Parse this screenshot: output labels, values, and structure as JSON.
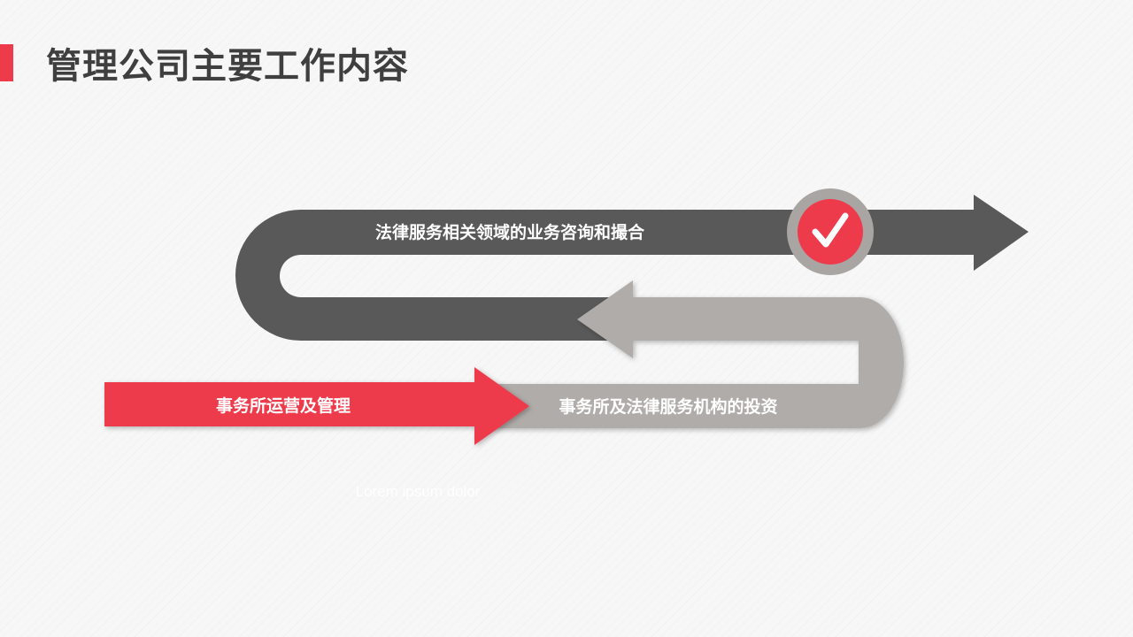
{
  "slide": {
    "title": "管理公司主要工作内容",
    "accent_color": "#ee3b4b"
  },
  "flow": {
    "steps": [
      {
        "label": "事务所运营及管理",
        "color": "#ee3b4b"
      },
      {
        "label": "事务所及法律服务机构的投资",
        "color": "#b0acaa"
      },
      {
        "label": "法律服务相关领域的业务咨询和撮合",
        "color": "#595959"
      }
    ],
    "check_badge": {
      "icon": "checkmark-icon",
      "ring_color": "#a9a5a3",
      "fill_color": "#ee3b4b"
    },
    "ghost_text": "Lorem ipsum dolor"
  }
}
